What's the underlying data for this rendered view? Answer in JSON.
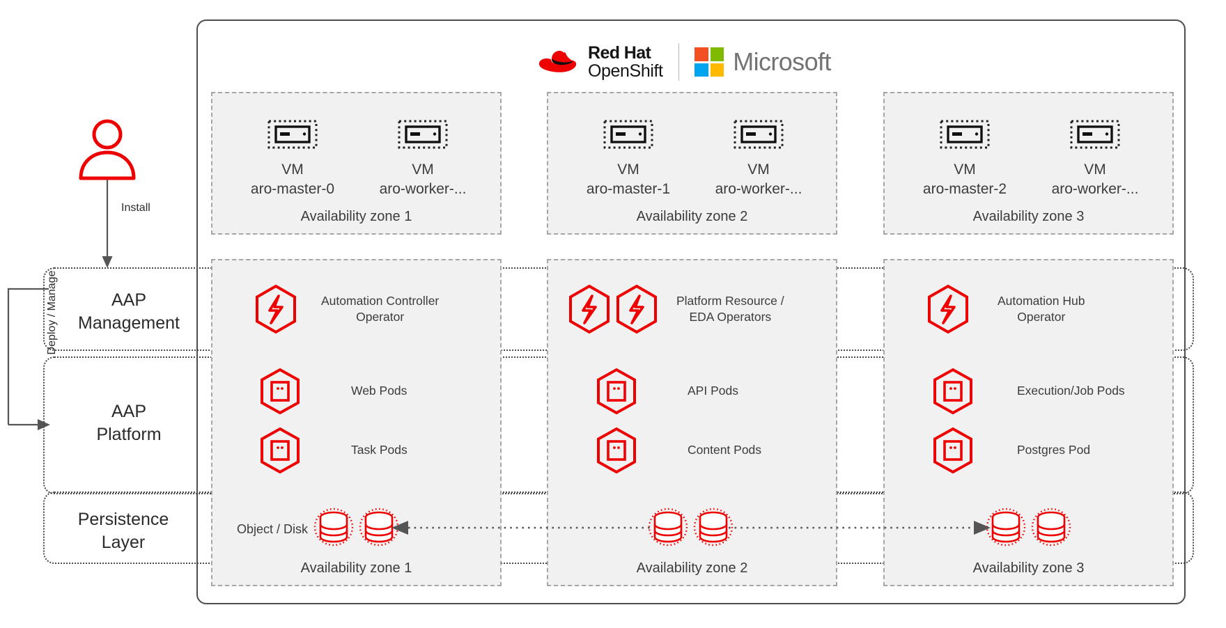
{
  "branding": {
    "redhat_line1": "Red Hat",
    "redhat_line2": "OpenShift",
    "microsoft_word": "Microsoft",
    "colors": {
      "redhat_red": "#EE0000",
      "ms_orange_red": "#F25022",
      "ms_green": "#7FBA00",
      "ms_blue": "#00A4EF",
      "ms_yellow": "#FFB900",
      "ms_text_gray": "#737373"
    }
  },
  "actor": {
    "icon": "person-icon",
    "install_label": "Install",
    "deploy_label": "Deploy / Manage"
  },
  "bands": [
    {
      "id": "aap-management",
      "label_line1": "AAP",
      "label_line2": "Management"
    },
    {
      "id": "aap-platform",
      "label_line1": "AAP",
      "label_line2": "Platform"
    },
    {
      "id": "persistence",
      "label_line1": "Persistence",
      "label_line2": "Layer"
    }
  ],
  "node_zones": [
    {
      "zone_label": "Availability zone 1",
      "vms": [
        {
          "kind": "VM",
          "name": "aro-master-0"
        },
        {
          "kind": "VM",
          "name": "aro-worker-..."
        }
      ]
    },
    {
      "zone_label": "Availability zone 2",
      "vms": [
        {
          "kind": "VM",
          "name": "aro-master-1"
        },
        {
          "kind": "VM",
          "name": "aro-worker-..."
        }
      ]
    },
    {
      "zone_label": "Availability zone 3",
      "vms": [
        {
          "kind": "VM",
          "name": "aro-master-2"
        },
        {
          "kind": "VM",
          "name": "aro-worker-..."
        }
      ]
    }
  ],
  "workload_zones": [
    {
      "zone_label": "Availability zone 1",
      "operators": {
        "icon_count": 1,
        "label_line1": "Automation Controller",
        "label_line2": "Operator"
      },
      "pods": [
        {
          "label": "Web Pods"
        },
        {
          "label": "Task Pods"
        }
      ],
      "storage": {
        "label": "Object / Disk",
        "disk_count": 2
      }
    },
    {
      "zone_label": "Availability zone 2",
      "operators": {
        "icon_count": 2,
        "label_line1": "Platform Resource /",
        "label_line2": "EDA Operators"
      },
      "pods": [
        {
          "label": "API Pods"
        },
        {
          "label": "Content Pods"
        }
      ],
      "storage": {
        "label": "",
        "disk_count": 2
      }
    },
    {
      "zone_label": "Availability zone 3",
      "operators": {
        "icon_count": 1,
        "label_line1": "Automation Hub",
        "label_line2": "Operator"
      },
      "pods": [
        {
          "label": "Execution/Job Pods"
        },
        {
          "label": "Postgres Pod"
        }
      ],
      "storage": {
        "label": "",
        "disk_count": 2
      }
    }
  ]
}
